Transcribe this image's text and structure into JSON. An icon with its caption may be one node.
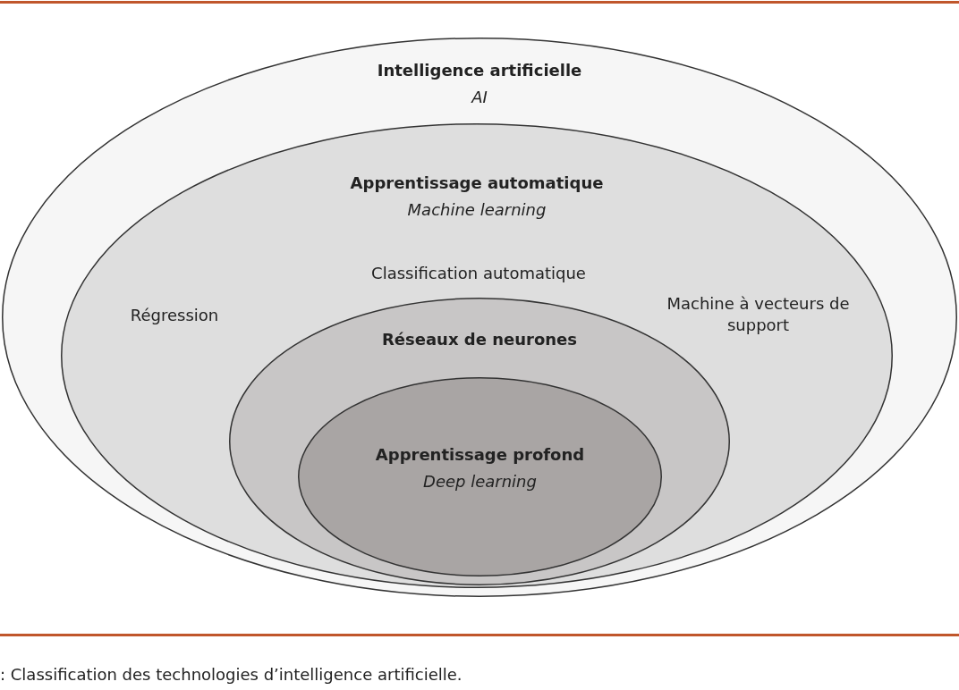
{
  "diagram": {
    "caption": ": Classification des technologies d’intelligence artificielle.",
    "nodes": [
      {
        "text": [
          "Intelligence artificielle",
          "AI"
        ]
      },
      {
        "text": [
          "Apprentissage automatique",
          "Machine learning"
        ],
        "in": 0
      },
      {
        "text": [
          "Réseaux de neurones"
        ],
        "in": 1
      },
      {
        "text": [
          "Apprentissage profond",
          "Deep learning"
        ],
        "in": 2
      }
    ],
    "labels": [
      "Classification automatique",
      "Régression",
      "Machine à vecteurs de support"
    ]
  }
}
